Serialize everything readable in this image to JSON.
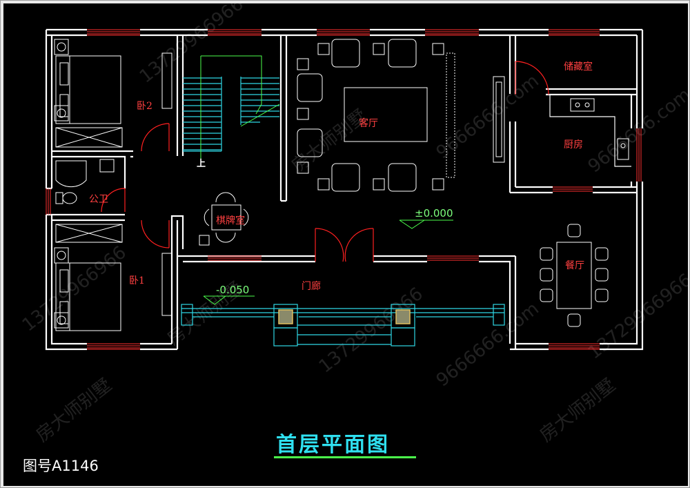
{
  "drawing": {
    "title": "首层平面图",
    "drawing_number": "图号A1146",
    "elevation_main": "±0.000",
    "elevation_porch": "-0.050",
    "stair_label": "上"
  },
  "rooms": {
    "bedroom2": "卧2",
    "bedroom1": "卧1",
    "public_bath": "公卫",
    "living": "客厅",
    "mahjong": "棋牌室",
    "storage": "储藏室",
    "kitchen": "厨房",
    "dining": "餐厅",
    "porch": "门廊"
  },
  "watermarks": [
    "房大师别墅",
    "13729966966",
    "9666666.com"
  ],
  "colors": {
    "background": "#000000",
    "walls": "#ffffff",
    "windows_doors": "#ff3030",
    "title": "#2fe0f0",
    "dimension": "#7cff7c",
    "stairs": "#2fd8e6"
  }
}
